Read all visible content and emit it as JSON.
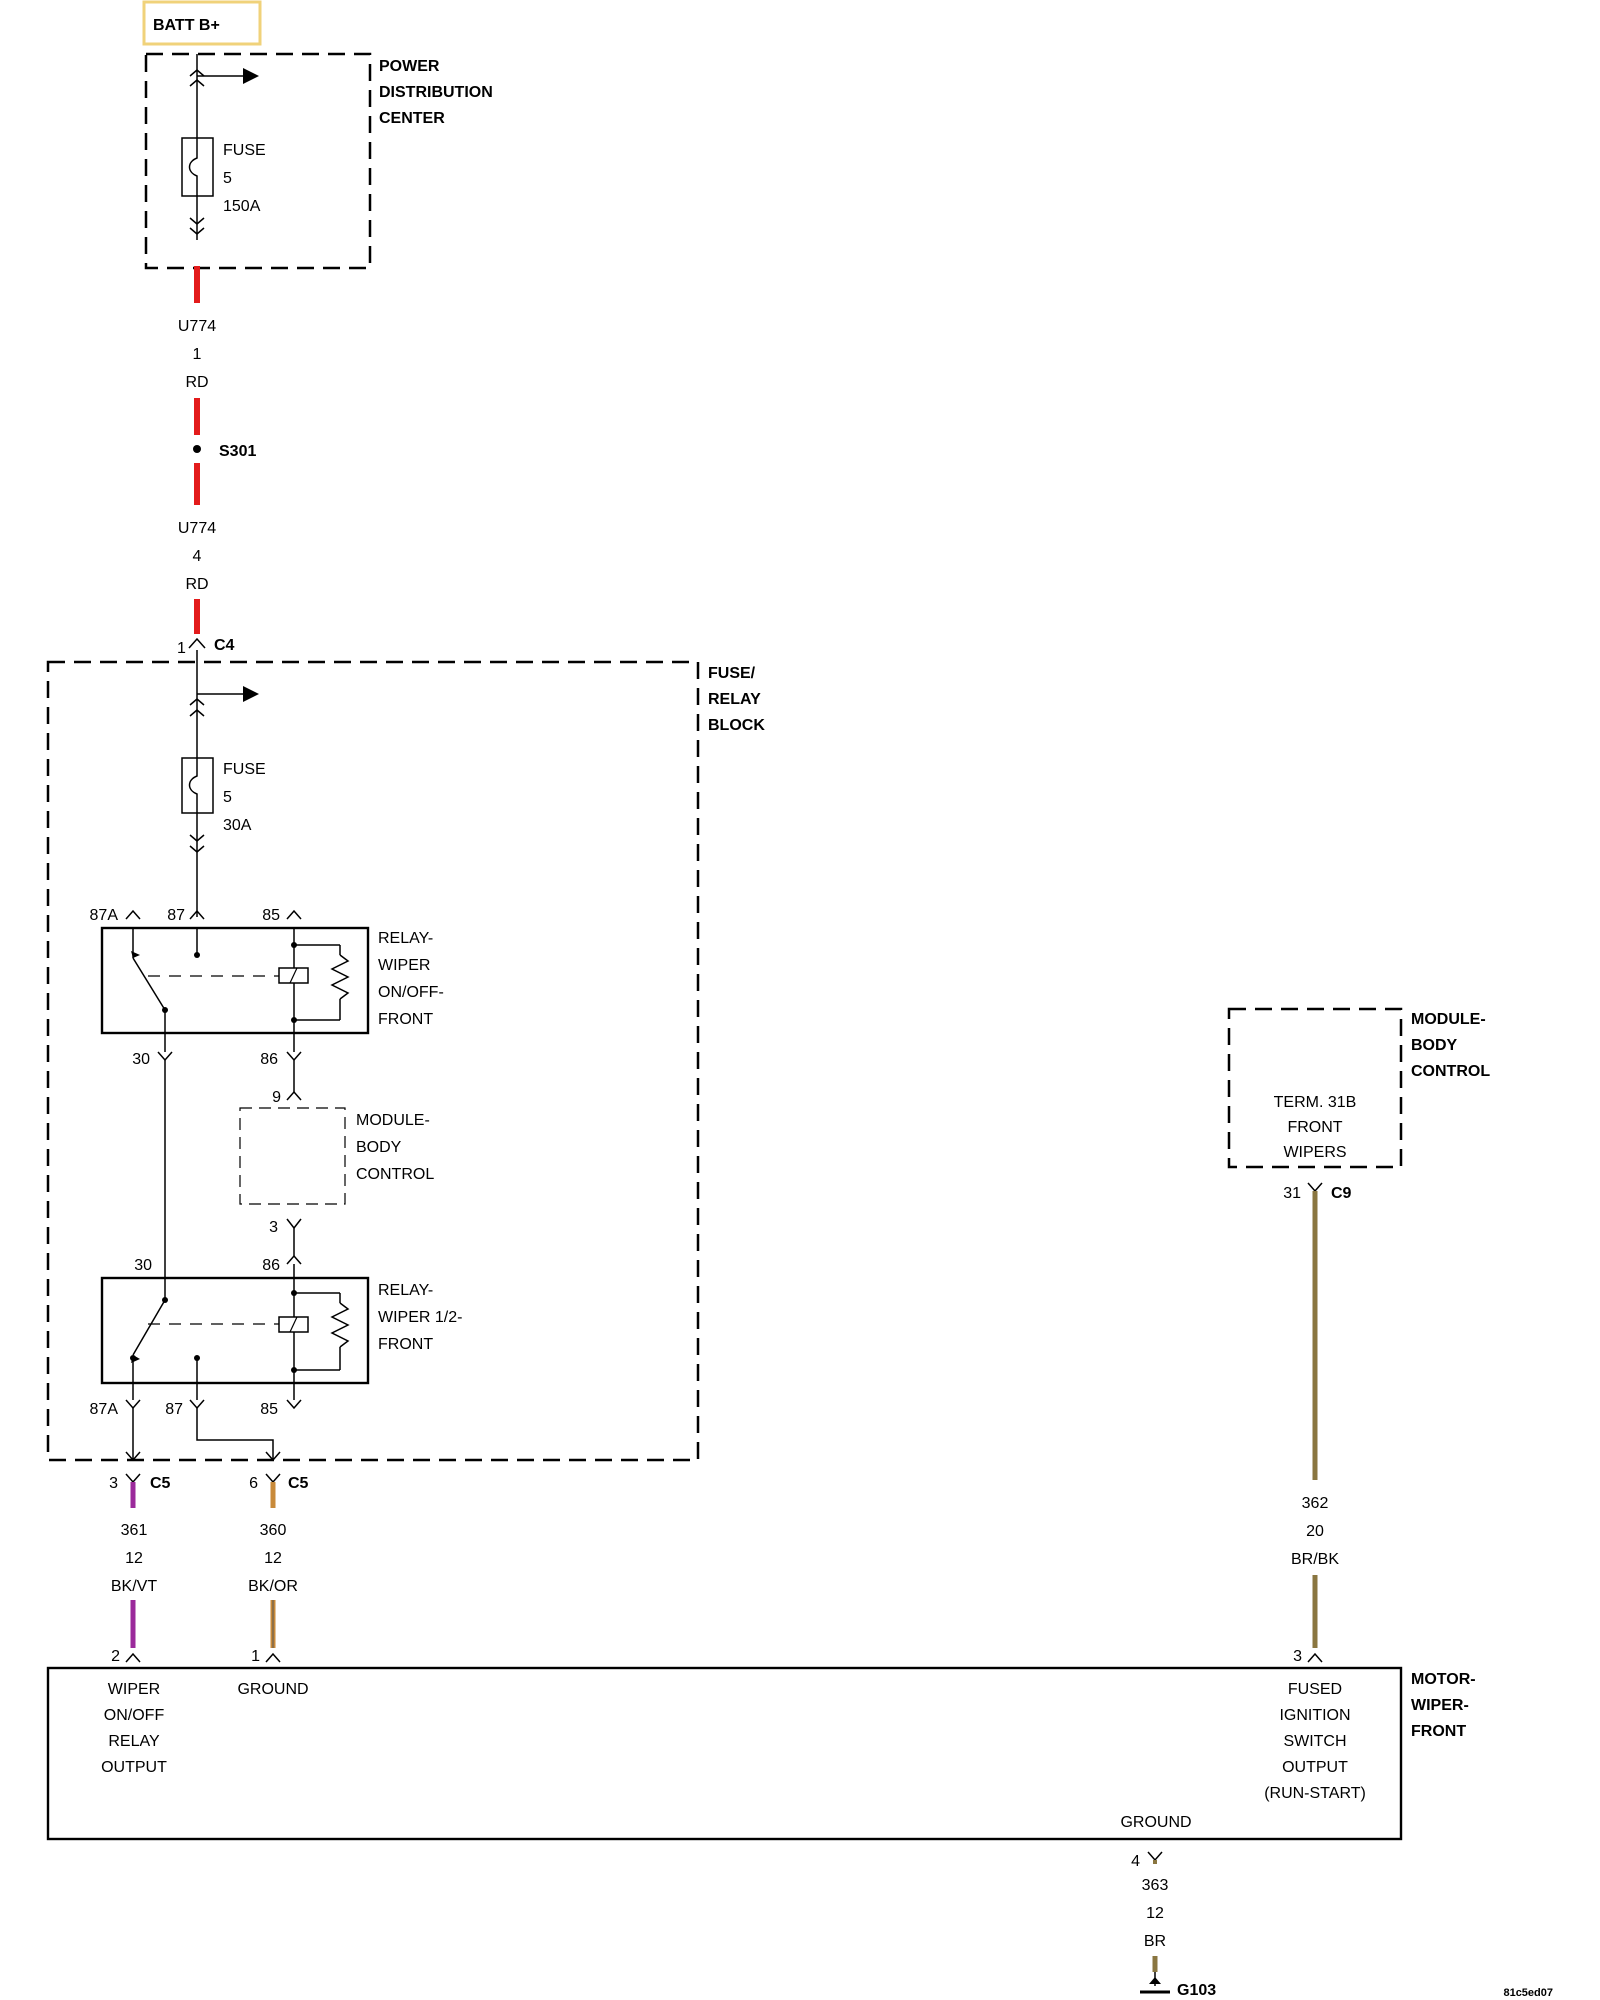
{
  "diagram_id": "81c5ed07",
  "batt": {
    "label": "BATT B+",
    "border": "#f0d27a"
  },
  "pdc": {
    "title": [
      "POWER",
      "DISTRIBUTION",
      "CENTER"
    ],
    "fuse": [
      "FUSE",
      "5",
      "150A"
    ]
  },
  "wire_u774_a": {
    "circuit": "U774",
    "gauge": "1",
    "color": "RD",
    "hex": "#e31b1b"
  },
  "splice": {
    "label": "S301"
  },
  "wire_u774_b": {
    "circuit": "U774",
    "gauge": "4",
    "color": "RD",
    "hex": "#e31b1b"
  },
  "c4": {
    "pin": "1",
    "name": "C4"
  },
  "frb": {
    "title": [
      "FUSE/",
      "RELAY",
      "BLOCK"
    ],
    "fuse": [
      "FUSE",
      "5",
      "30A"
    ]
  },
  "relay1": {
    "label": [
      "RELAY-",
      "WIPER",
      "ON/OFF-",
      "FRONT"
    ],
    "pins_top": [
      "87A",
      "87",
      "85"
    ],
    "pins_bottom": [
      "30",
      "86"
    ]
  },
  "bcm_inner": {
    "label": [
      "MODULE-",
      "BODY",
      "CONTROL"
    ],
    "pin_top": "9",
    "pin_bottom": "3"
  },
  "relay2": {
    "label": [
      "RELAY-",
      "WIPER 1/2-",
      "FRONT"
    ],
    "pins_top": [
      "30",
      "86"
    ],
    "pins_bottom": [
      "87A",
      "87",
      "85"
    ]
  },
  "c5_a": {
    "pin": "3",
    "name": "C5"
  },
  "c5_b": {
    "pin": "6",
    "name": "C5"
  },
  "wire_361": {
    "circuit": "361",
    "gauge": "12",
    "color": "BK/VT",
    "hex": "#9b2a9b"
  },
  "wire_360": {
    "circuit": "360",
    "gauge": "12",
    "color": "BK/OR",
    "hex": "#c88a3a"
  },
  "bcm_right": {
    "title": [
      "MODULE-",
      "BODY",
      "CONTROL"
    ],
    "inner": [
      "TERM. 31B",
      "FRONT",
      "WIPERS"
    ]
  },
  "c9": {
    "pin": "31",
    "name": "C9"
  },
  "wire_362": {
    "circuit": "362",
    "gauge": "20",
    "color": "BR/BK",
    "hex": "#8a7640"
  },
  "motor": {
    "title": [
      "MOTOR-",
      "WIPER-",
      "FRONT"
    ],
    "pin2": "2",
    "pin1": "1",
    "pin3": "3",
    "pin4": "4",
    "pin2_label": [
      "WIPER",
      "ON/OFF",
      "RELAY",
      "OUTPUT"
    ],
    "pin1_label": "GROUND",
    "pin3_label": [
      "FUSED",
      "IGNITION",
      "SWITCH",
      "OUTPUT",
      "(RUN-START)"
    ],
    "pin4_label": "GROUND"
  },
  "wire_363": {
    "circuit": "363",
    "gauge": "12",
    "color": "BR",
    "hex": "#8a7640"
  },
  "ground": {
    "label": "G103"
  }
}
